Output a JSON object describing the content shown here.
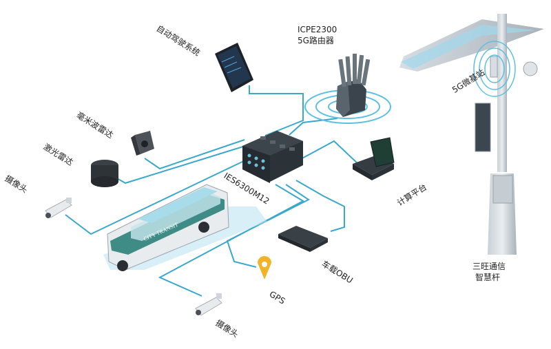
{
  "labels": {
    "autodrive": "自动驾驶系统",
    "router_model": "ICPE2300",
    "router_name": "5G路由器",
    "radar_mmwave": "毫米波雷达",
    "lidar": "激光雷达",
    "camera_left": "摄像头",
    "switch_model": "IES6300M12",
    "compute": "计算平台",
    "obu": "车载OBU",
    "gps": "GPS",
    "camera_bottom": "摄像头",
    "base_station": "5G微基站",
    "smart_pole_line1": "三旺通信",
    "smart_pole_line2": "智慧杆",
    "bus_text": "CITY TRANSIT"
  },
  "colors": {
    "link": "#3aa7cc",
    "device_dark": "#2c3338",
    "pole": "#bfc7cf",
    "bus_body": "#e8ecef",
    "bus_stripe": "#3f8c86"
  }
}
